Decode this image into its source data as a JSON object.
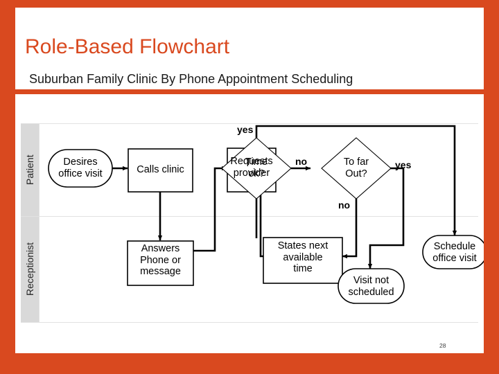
{
  "slide": {
    "accent_color": "#D9491F",
    "panel_color": "#FFFFFF",
    "title": "Role-Based Flowchart",
    "subtitle": "Suburban Family Clinic By Phone Appointment Scheduling",
    "page_number": "28"
  },
  "swimlanes": [
    {
      "id": "patient",
      "label": "Patient"
    },
    {
      "id": "receptionist",
      "label": "Receptionist"
    }
  ],
  "flowchart": {
    "type": "cross-functional-flowchart",
    "nodes": [
      {
        "id": "desires",
        "shape": "terminator",
        "lane": "patient",
        "text": "Desires\noffice visit",
        "line1": "Desires",
        "line2": "office visit"
      },
      {
        "id": "calls",
        "shape": "process",
        "lane": "patient",
        "text": "Calls clinic",
        "line1": "Calls clinic",
        "line2": ""
      },
      {
        "id": "requests",
        "shape": "process",
        "lane": "patient",
        "text": "Requests\nprovider",
        "line1": "Requests",
        "line2": "provider"
      },
      {
        "id": "timeok",
        "shape": "decision",
        "lane": "patient",
        "text": "Time\nok?",
        "line1": "Time",
        "line2": "ok?"
      },
      {
        "id": "tofarout",
        "shape": "decision",
        "lane": "patient",
        "text": "To far\nOut?",
        "line1": "To far",
        "line2": "Out?"
      },
      {
        "id": "answers",
        "shape": "process",
        "lane": "receptionist",
        "text": "Answers\nPhone or\nmessage",
        "line1": "Answers",
        "line2": "Phone or",
        "line3": "message"
      },
      {
        "id": "statesnext",
        "shape": "process",
        "lane": "receptionist",
        "text": "States next\navailable\ntime",
        "line1": "States next",
        "line2": "available",
        "line3": "time"
      },
      {
        "id": "schedule",
        "shape": "terminator",
        "lane": "receptionist",
        "text": "Schedule\noffice visit",
        "line1": "Schedule",
        "line2": "office visit"
      },
      {
        "id": "visitnot",
        "shape": "terminator",
        "lane": "receptionist",
        "text": "Visit not\nscheduled",
        "line1": "Visit not",
        "line2": "scheduled"
      }
    ],
    "edges": [
      {
        "from": "desires",
        "to": "calls",
        "label": ""
      },
      {
        "from": "calls",
        "to": "answers",
        "label": ""
      },
      {
        "from": "answers",
        "to": "requests",
        "label": ""
      },
      {
        "from": "requests",
        "to": "timeok",
        "label": ""
      },
      {
        "from": "requests",
        "to": "statesnext",
        "label": ""
      },
      {
        "from": "statesnext",
        "to": "timeok",
        "label": ""
      },
      {
        "from": "timeok",
        "to": "schedule",
        "label": "yes"
      },
      {
        "from": "timeok",
        "to": "tofarout",
        "label": "no"
      },
      {
        "from": "tofarout",
        "to": "statesnext",
        "label": "no"
      },
      {
        "from": "tofarout",
        "to": "visitnot",
        "label": "yes"
      }
    ],
    "edge_labels": {
      "yes_top": "yes",
      "no_mid": "no",
      "yes_right": "yes",
      "no_bottom": "no"
    }
  }
}
